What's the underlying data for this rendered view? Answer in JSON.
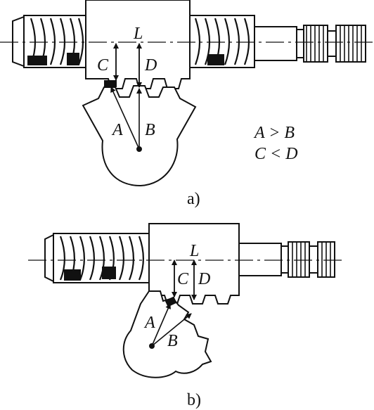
{
  "figure_a": {
    "labels": {
      "L": "L",
      "C": "C",
      "D": "D",
      "A": "A",
      "B": "B"
    },
    "relations": [
      "A > B",
      "C < D"
    ],
    "caption": "a)"
  },
  "figure_b": {
    "labels": {
      "L": "L",
      "C": "C",
      "D": "D",
      "A": "A",
      "B": "B"
    },
    "caption": "b)"
  },
  "colors": {
    "ink": "#111111",
    "paper": "#ffffff"
  }
}
